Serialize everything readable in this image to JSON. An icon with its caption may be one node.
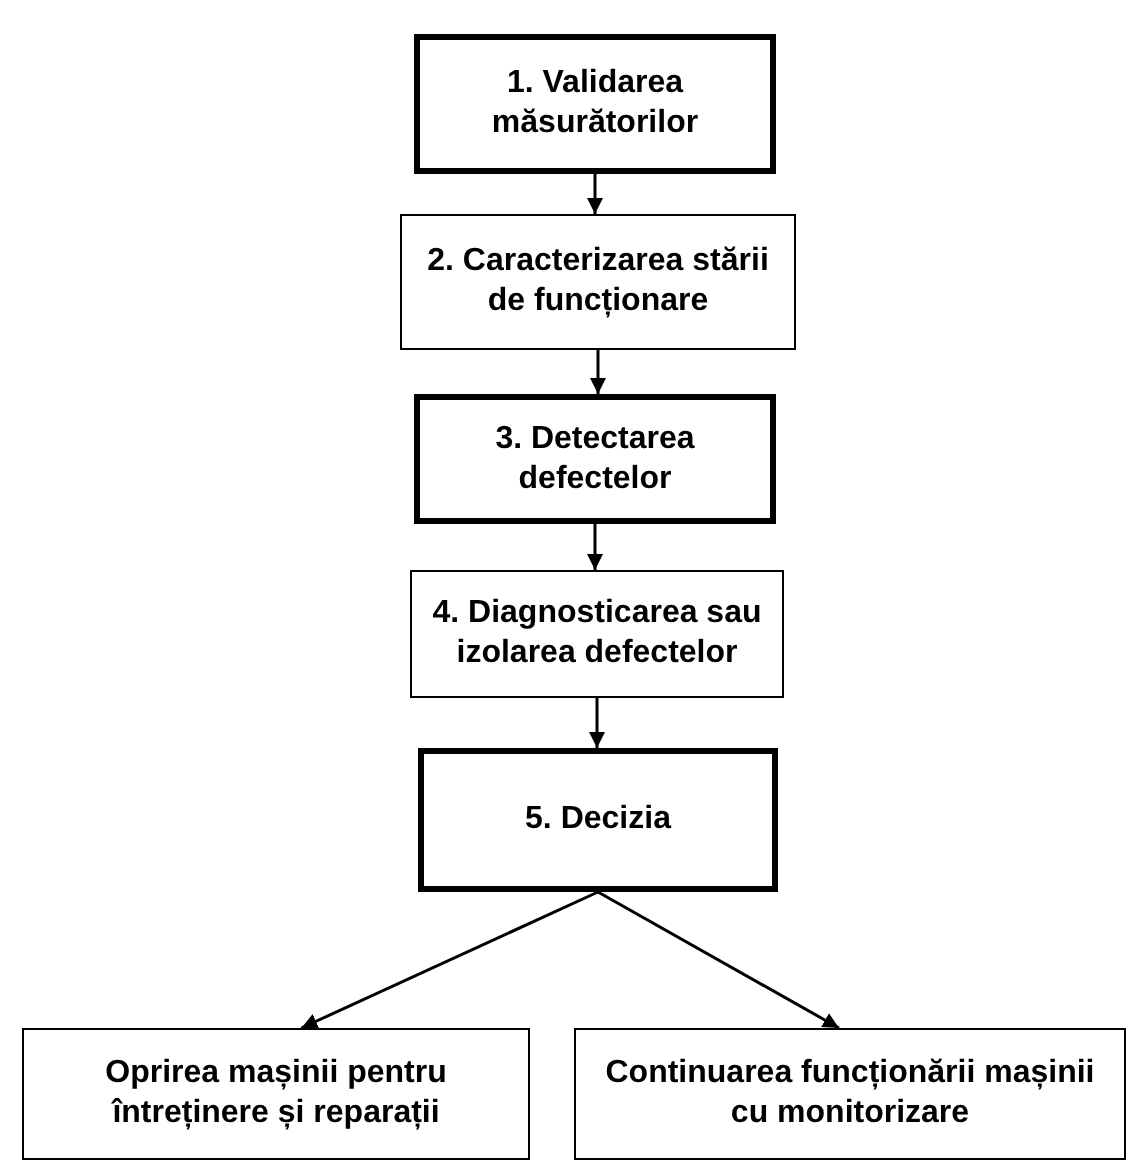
{
  "diagram": {
    "nodes": [
      {
        "text": [
          "1. Validarea măsurătorilor"
        ]
      },
      {
        "text": [
          "2. Caracterizarea stării de funcționare"
        ]
      },
      {
        "text": [
          "3. Detectarea defectelor"
        ]
      },
      {
        "text": [
          "4. Diagnosticarea sau izolarea defectelor"
        ]
      },
      {
        "text": [
          "5. Decizia"
        ]
      },
      {
        "text": [
          "Oprirea mașinii pentru întreținere și reparații"
        ]
      },
      {
        "text": [
          "Continuarea funcționării mașinii cu monitorizare"
        ]
      }
    ],
    "edges": [
      {
        "from": 0,
        "to": 1,
        "arrow": "to"
      },
      {
        "from": 1,
        "to": 2,
        "arrow": "to"
      },
      {
        "from": 2,
        "to": 3,
        "arrow": "to"
      },
      {
        "from": 3,
        "to": 4,
        "arrow": "to"
      },
      {
        "from": 4,
        "to": 5,
        "arrow": "to"
      },
      {
        "from": 4,
        "to": 6,
        "arrow": "to"
      }
    ]
  }
}
